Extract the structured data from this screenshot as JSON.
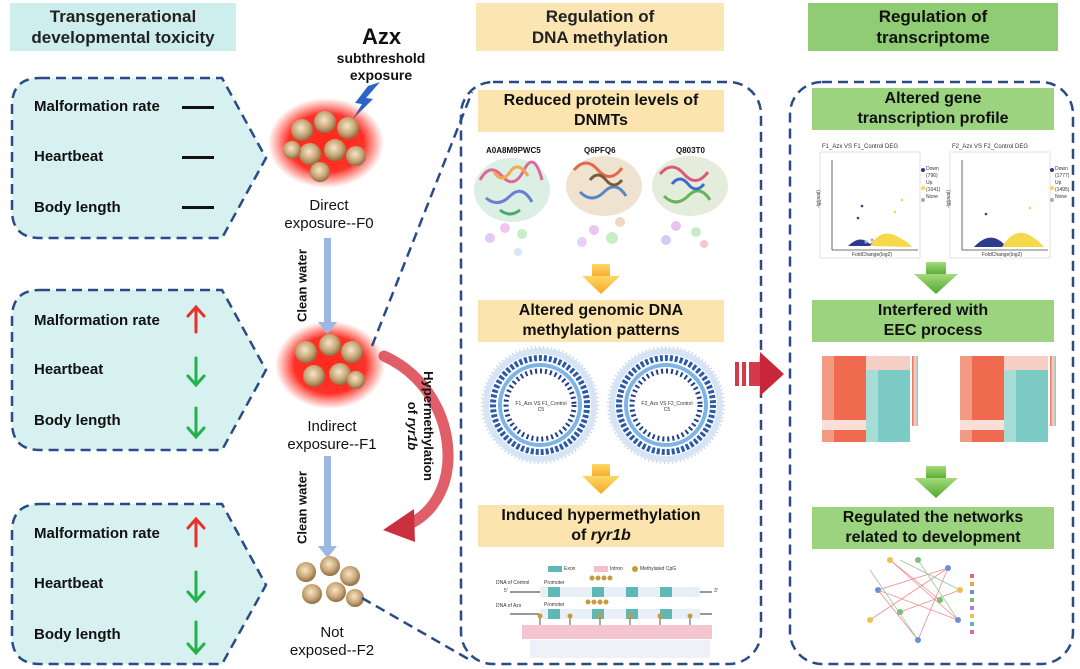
{
  "left": {
    "header": "Transgenerational developmental toxicity",
    "header_lines": [
      "Transgenerational",
      "developmental toxicity"
    ],
    "indicator_labels": [
      "Malformation rate",
      "Heartbeat",
      "Body length"
    ],
    "groups": [
      {
        "stage": "F0",
        "indicators": [
          "unchanged",
          "unchanged",
          "unchanged"
        ]
      },
      {
        "stage": "F1",
        "indicators": [
          "increase",
          "decrease",
          "decrease"
        ]
      },
      {
        "stage": "F2",
        "indicators": [
          "increase",
          "decrease",
          "decrease"
        ]
      }
    ],
    "colors": {
      "panel": "#d6f1ef",
      "up": "#e8312a",
      "down": "#22b14c",
      "dash": "#2a4b87"
    }
  },
  "exposure": {
    "title": "Azx",
    "subtitle_lines": [
      "subthreshold",
      "exposure"
    ],
    "f0_lines": [
      "Direct",
      "exposure--F0"
    ],
    "f1_lines": [
      "Indirect",
      "exposure--F1"
    ],
    "f2_lines": [
      "Not",
      "exposed--F2"
    ],
    "clean_water_1": "Clean water",
    "clean_water_2": "Clean water",
    "hyper_label": "Hypermethylation",
    "hyper_of": "of ",
    "hyper_gene": "ryr1b"
  },
  "middle": {
    "header_lines": [
      "Regulation of",
      "DNA methylation"
    ],
    "step1_lines": [
      "Reduced protein levels of",
      "DNMTs"
    ],
    "proteins": [
      "A0A8M9PWC5",
      "Q6PFQ6",
      "Q803T0"
    ],
    "step2_lines": [
      "Altered genomic DNA",
      "methylation patterns"
    ],
    "circos_labels": [
      "F1_Azx VS F1_Control C5",
      "F2_Azx VS F2_Control C5"
    ],
    "step3_line1": "Induced hypermethylation",
    "step3_prefix": "of ",
    "step3_gene": "ryr1b",
    "gene_legend": [
      "Exon",
      "Intron",
      "Methylated CpG"
    ],
    "gene_tracks": [
      "DNA of Control",
      "DNA of Azx"
    ],
    "promoter": "Promoter",
    "ends": [
      "5'",
      "3'"
    ]
  },
  "right": {
    "header_lines": [
      "Regulation of",
      "transcriptome"
    ],
    "step1_lines": [
      "Altered gene",
      "transcription profile"
    ],
    "volcano": [
      {
        "title": "F1_Azx VS F1_Control DEG",
        "legend": [
          "Down",
          "(796)",
          "Up",
          "(1041)",
          "None"
        ]
      },
      {
        "title": "F2_Azx VS F2_Control DEG",
        "legend": [
          "Down",
          "(1777)",
          "Up",
          "(1495)",
          "None"
        ]
      }
    ],
    "volcano_xlabel": "FoldChange(log2)",
    "volcano_ylabel": "-lg(pval)",
    "step2_lines": [
      "Interfered with",
      "EEC process"
    ],
    "step3_lines": [
      "Regulated the networks",
      "related to development"
    ]
  },
  "colors": {
    "cream": "#fbe6b3",
    "green": "#8fcc74",
    "teal": "#cdeeec",
    "dash": "#2a4b87",
    "red_arrow": "#d63a4a"
  }
}
